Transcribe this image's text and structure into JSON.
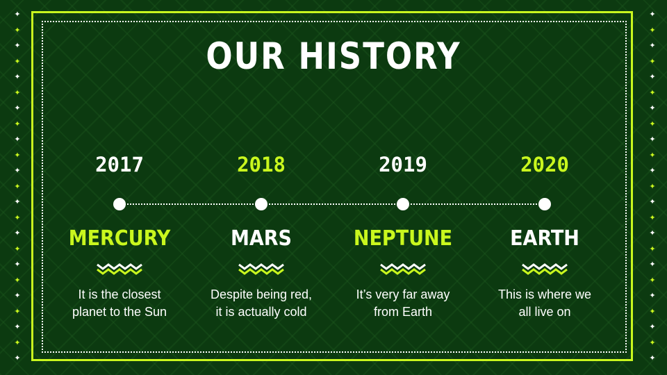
{
  "title": "OUR HISTORY",
  "colors": {
    "accent": "#c9f71e",
    "text": "#ffffff",
    "background": "#0c3a10"
  },
  "timeline": [
    {
      "year": "2017",
      "planet": "MERCURY",
      "description_line1": "It is the closest",
      "description_line2": "planet to the Sun"
    },
    {
      "year": "2018",
      "planet": "MARS",
      "description_line1": "Despite being red,",
      "description_line2": "it is actually cold"
    },
    {
      "year": "2019",
      "planet": "NEPTUNE",
      "description_line1": "It’s very far away",
      "description_line2": "from Earth"
    },
    {
      "year": "2020",
      "planet": "EARTH",
      "description_line1": "This is where we",
      "description_line2": "all live on"
    }
  ]
}
